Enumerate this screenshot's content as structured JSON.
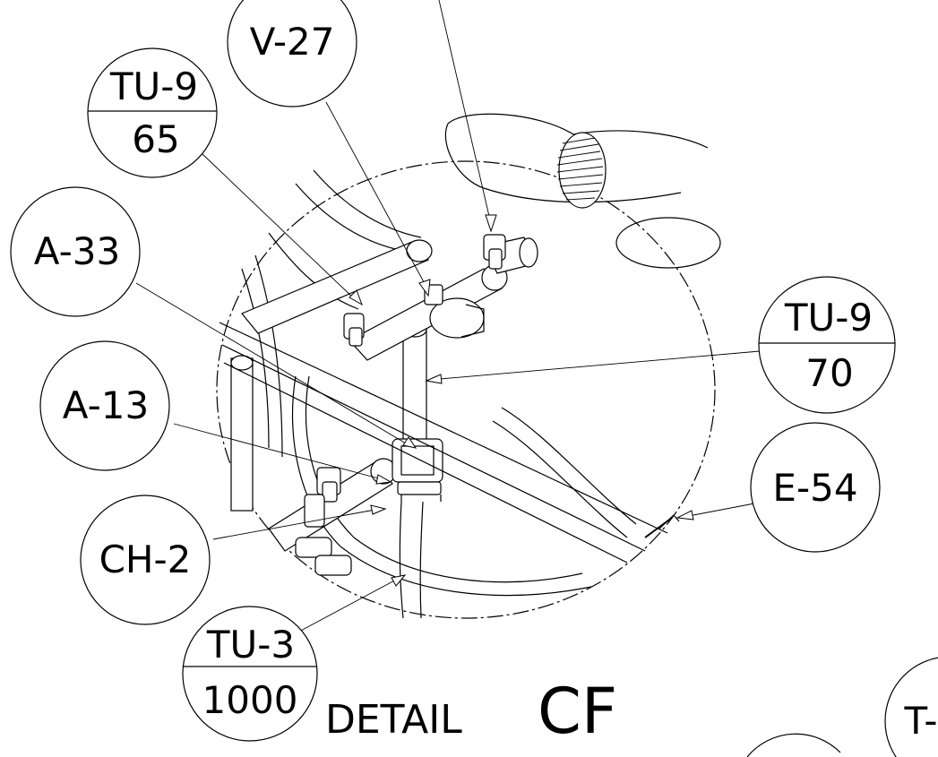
{
  "detail_title": {
    "prefix": "DETAIL",
    "id": "CF"
  },
  "callouts": {
    "v27": {
      "top": "V-27"
    },
    "tu9a": {
      "top": "TU-9",
      "bottom": "65"
    },
    "a33": {
      "top": "A-33"
    },
    "a13": {
      "top": "A-13"
    },
    "ch2": {
      "top": "CH-2"
    },
    "tu3": {
      "top": "TU-3",
      "bottom": "1000"
    },
    "tu9b": {
      "top": "TU-9",
      "bottom": "70"
    },
    "e54": {
      "top": "E-54"
    },
    "t_partial": {
      "top": "T-"
    }
  }
}
